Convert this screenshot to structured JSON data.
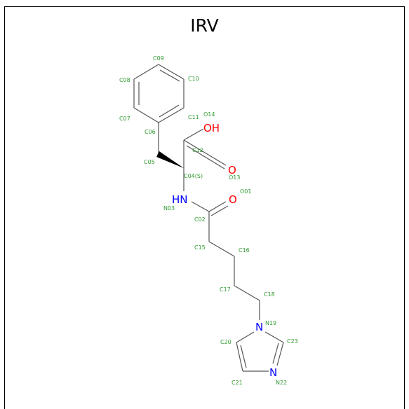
{
  "title": "IRV",
  "colors": {
    "bond": "#555555",
    "label": "#2e9b2e",
    "oxygen": "#ff0000",
    "nitrogen": "#0000ff"
  },
  "atom_labels": {
    "C09": "C09",
    "C08": "C08",
    "C10": "C10",
    "C07": "C07",
    "C11": "C11",
    "O14": "O14",
    "C06": "C06",
    "C12": "C12",
    "C05": "C05",
    "C04": "C04(S)",
    "O13": "O13",
    "O01": "O01",
    "N03": "N03",
    "C02": "C02",
    "C15": "C15",
    "C16": "C16",
    "C17": "C17",
    "C18": "C18",
    "N19": "N19",
    "C20": "C20",
    "C23": "C23",
    "C21": "C21",
    "N22": "N22"
  },
  "element_symbols": {
    "OH": "OH",
    "O13": "O",
    "O01": "O",
    "HN": "HN",
    "N19": "N",
    "N22": "N"
  }
}
